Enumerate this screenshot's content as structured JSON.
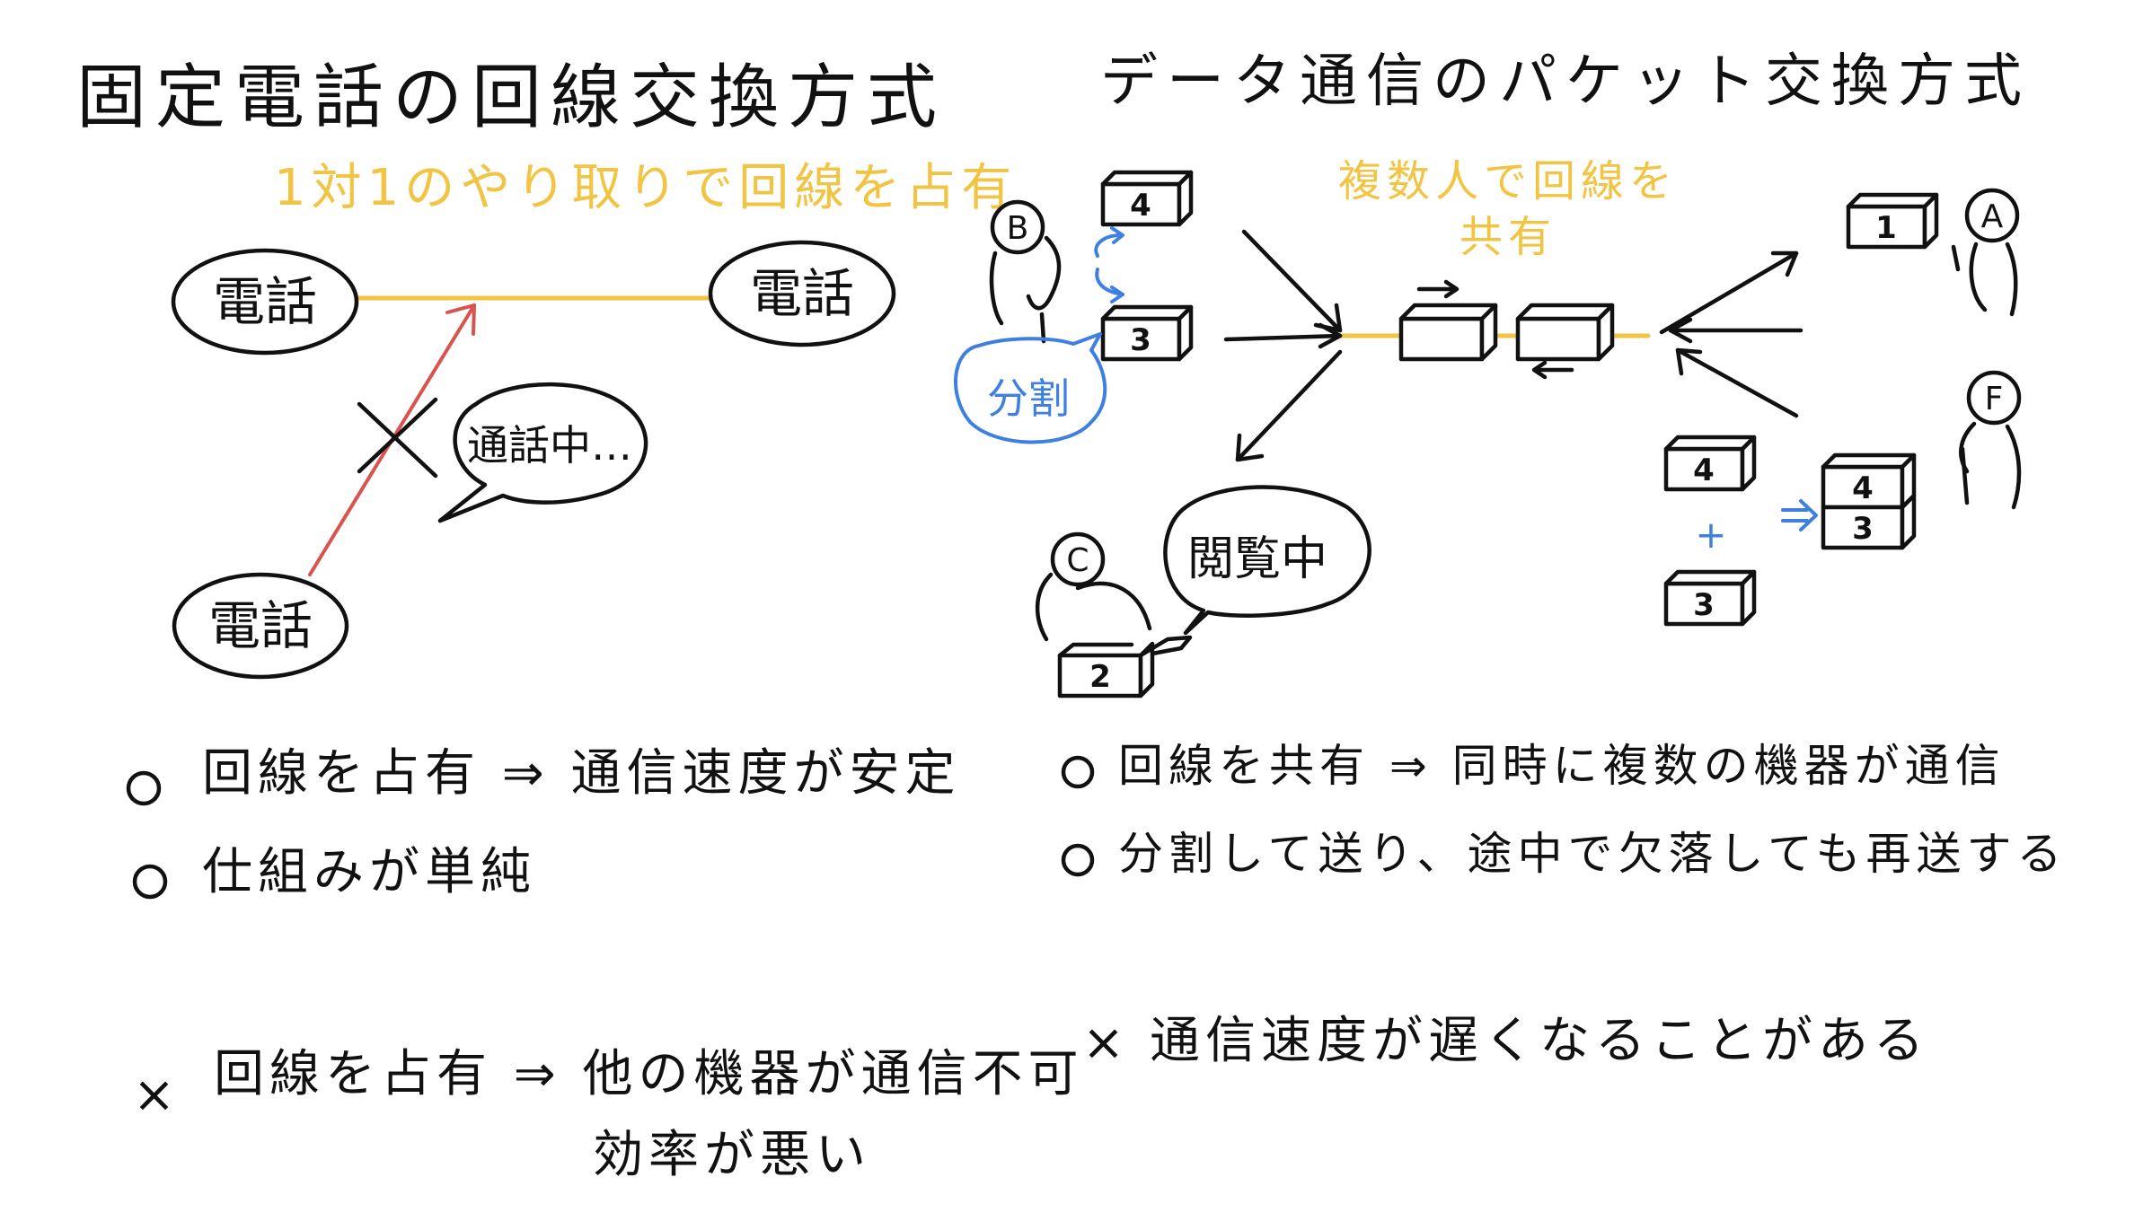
{
  "colors": {
    "ink": "#111111",
    "accent_yellow": "#f2c443",
    "accent_red": "#d9534f",
    "accent_blue": "#3f7fe0"
  },
  "left": {
    "title": "固定電話の回線交換方式",
    "subtitle": "1対1のやり取りで回線を占有",
    "phone_label": "電話",
    "busy_bubble": "通話中…",
    "pros": [
      "回線を占有 ⇒ 通信速度が安定",
      "仕組みが単純"
    ],
    "con": {
      "marker": "×",
      "line1": "回線を占有 ⇒ 他の機器が通信不可",
      "line2": "効率が悪い"
    }
  },
  "right": {
    "title": "データ通信のパケット交換方式",
    "shared_note_line1": "複数人で回線を",
    "shared_note_line2": "共有",
    "split_bubble": "分割",
    "browsing_bubble": "閲覧中",
    "people": {
      "a": "A",
      "b": "B",
      "c": "C",
      "f": "F"
    },
    "packets": {
      "b_top": "4",
      "b_bottom": "3",
      "c": "2",
      "a": "1",
      "lost": "4",
      "resend": "3",
      "stack_top": "4",
      "stack_bottom": "3",
      "plus": "+"
    },
    "pros": [
      "回線を共有 ⇒ 同時に複数の機器が通信",
      "分割して送り、途中で欠落しても再送する"
    ],
    "con": {
      "marker": "×",
      "text": "通信速度が遅くなることがある"
    }
  }
}
